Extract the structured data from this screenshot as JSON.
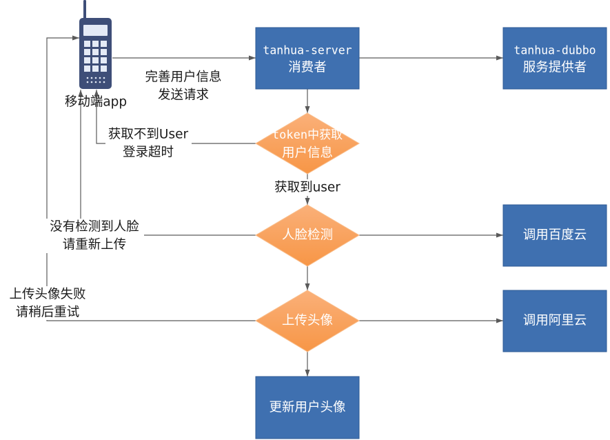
{
  "nodes": {
    "app": {
      "icon": "mobile-phone-icon",
      "label": "移动端app"
    },
    "server": {
      "line1": "tanhua-server",
      "line2": "消费者"
    },
    "dubbo": {
      "line1": "tanhua-dubbo",
      "line2": "服务提供者"
    },
    "token_check": {
      "line1": "token中获取",
      "line2": "用户信息"
    },
    "face_check": {
      "label": "人脸检测"
    },
    "baidu": {
      "label": "调用百度云"
    },
    "upload": {
      "label": "上传头像"
    },
    "aliyun": {
      "label": "调用阿里云"
    },
    "update": {
      "label": "更新用户头像"
    }
  },
  "edges": {
    "app_to_server": {
      "line1": "完善用户信息",
      "line2": "发送请求"
    },
    "token_fail": {
      "line1": "获取不到User",
      "line2": "登录超时"
    },
    "token_ok": {
      "label": "获取到user"
    },
    "face_fail": {
      "line1": "没有检测到人脸",
      "line2": "请重新上传"
    },
    "upload_fail": {
      "line1": "上传头像失败",
      "line2": "请稍后重试"
    }
  },
  "colors": {
    "process_fill": "#3F70B0",
    "decision_fill": "#F79646",
    "decision_fill_light": "#FAB079",
    "connector": "#5A5A5A",
    "phone_body": "#3E4E78"
  }
}
